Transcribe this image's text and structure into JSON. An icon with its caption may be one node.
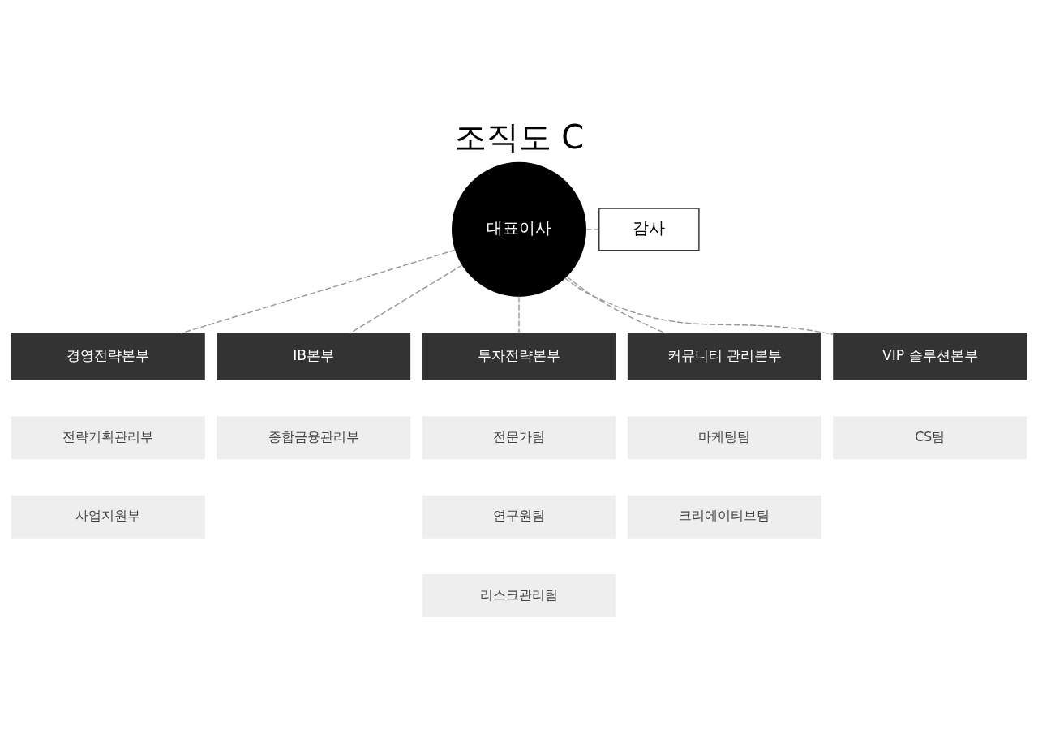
{
  "diagram": {
    "title": "조직도 C",
    "nodes": [
      {
        "text": [
          "대표이사"
        ]
      },
      {
        "text": [
          "감사"
        ]
      },
      {
        "text": [
          "경영전략본부"
        ]
      },
      {
        "text": [
          "IB본부"
        ]
      },
      {
        "text": [
          "투자전략본부"
        ]
      },
      {
        "text": [
          "커뮤니티 관리본부"
        ]
      },
      {
        "text": [
          "VIP 솔루션본부"
        ]
      },
      {
        "text": [
          "전략기획관리부"
        ]
      },
      {
        "text": [
          "사업지원부"
        ]
      },
      {
        "text": [
          "종합금융관리부"
        ]
      },
      {
        "text": [
          "전문가팀"
        ]
      },
      {
        "text": [
          "연구원팀"
        ]
      },
      {
        "text": [
          "리스크관리팀"
        ]
      },
      {
        "text": [
          "마케팅팀"
        ]
      },
      {
        "text": [
          "크리에이티브팀"
        ]
      },
      {
        "text": [
          "CS팀"
        ]
      }
    ],
    "edges": [
      {
        "from": 0,
        "to": 1,
        "arrow": "none",
        "style": "dashed"
      },
      {
        "from": 0,
        "to": 2,
        "arrow": "none",
        "style": "dashed"
      },
      {
        "from": 0,
        "to": 3,
        "arrow": "none",
        "style": "dashed"
      },
      {
        "from": 0,
        "to": 4,
        "arrow": "none",
        "style": "dashed"
      },
      {
        "from": 0,
        "to": 5,
        "arrow": "none",
        "style": "dashed"
      },
      {
        "from": 0,
        "to": 6,
        "arrow": "none",
        "style": "dashed"
      }
    ]
  }
}
